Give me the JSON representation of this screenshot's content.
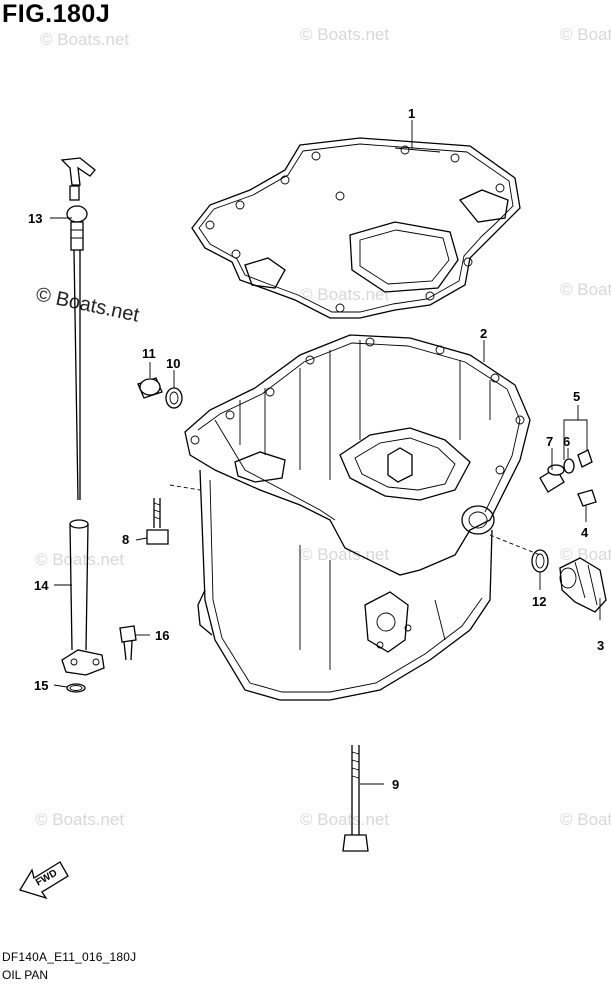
{
  "figure": {
    "title": "FIG.180J",
    "diagram_code": "DF140A_E11_016_180J",
    "part_group_name": "OIL PAN"
  },
  "watermark": {
    "text": "© Boats.net"
  },
  "fwd_arrow": {
    "label": "FWD"
  },
  "callouts": [
    {
      "id": "1",
      "label": "1"
    },
    {
      "id": "2",
      "label": "2"
    },
    {
      "id": "3",
      "label": "3"
    },
    {
      "id": "4",
      "label": "4"
    },
    {
      "id": "5",
      "label": "5"
    },
    {
      "id": "6",
      "label": "6"
    },
    {
      "id": "7",
      "label": "7"
    },
    {
      "id": "8",
      "label": "8"
    },
    {
      "id": "9",
      "label": "9"
    },
    {
      "id": "10",
      "label": "10"
    },
    {
      "id": "11",
      "label": "11"
    },
    {
      "id": "12",
      "label": "12"
    },
    {
      "id": "13",
      "label": "13"
    },
    {
      "id": "14",
      "label": "14"
    },
    {
      "id": "15",
      "label": "15"
    },
    {
      "id": "16",
      "label": "16"
    }
  ]
}
